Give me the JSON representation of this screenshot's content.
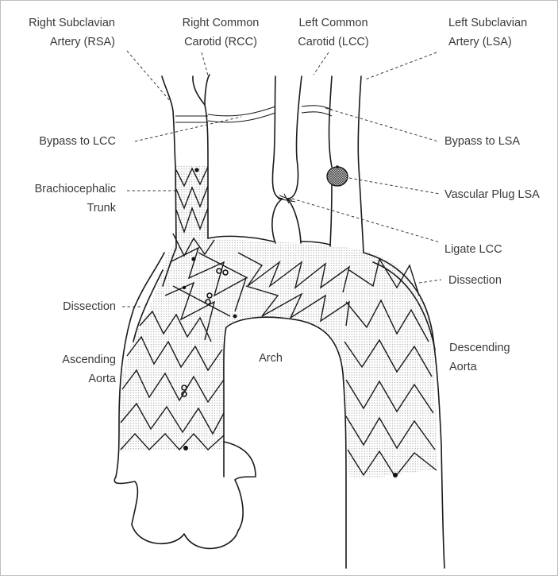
{
  "labels": {
    "rsa": [
      "Right Subclavian",
      "Artery (RSA)"
    ],
    "rcc": [
      "Right Common",
      "Carotid (RCC)"
    ],
    "lcc": [
      "Left Common",
      "Carotid (LCC)"
    ],
    "lsa": [
      "Left Subclavian",
      "Artery (LSA)"
    ],
    "bypass_lcc": "Bypass to LCC",
    "bypass_lsa": "Bypass to LSA",
    "brachiocephalic": [
      "Brachiocephalic",
      "Trunk"
    ],
    "vascular_plug": "Vascular Plug LSA",
    "ligate_lcc": "Ligate LCC",
    "dissection_right": "Dissection",
    "dissection_left": "Dissection",
    "ascending": [
      "Ascending",
      "Aorta"
    ],
    "arch": "Arch",
    "descending": [
      "Descending",
      "Aorta"
    ]
  }
}
